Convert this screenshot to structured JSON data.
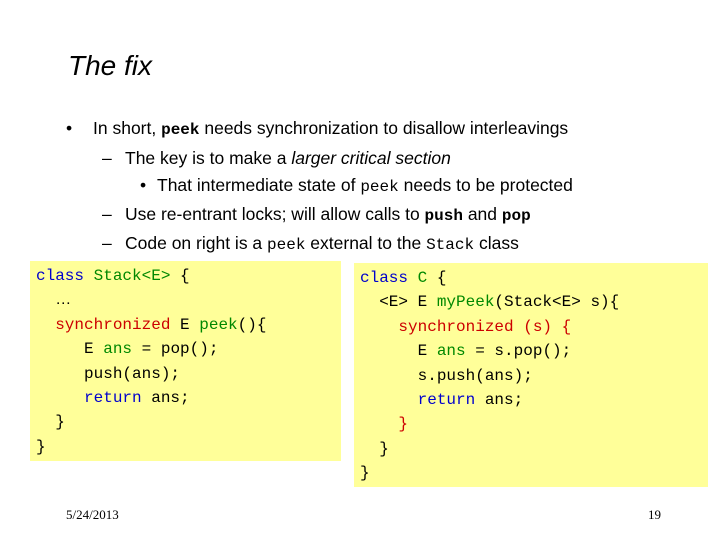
{
  "slide": {
    "title": "The fix",
    "date": "5/24/2013",
    "page_number": "19"
  },
  "bullets": {
    "b1": {
      "marker": "•",
      "pre": "In short, ",
      "code": "peek",
      "post": " needs synchronization to disallow interleavings"
    },
    "b2": {
      "marker": "–",
      "pre": "The key is to make a ",
      "italic": "larger critical section"
    },
    "b3": {
      "marker": "•",
      "pre": "That intermediate state of ",
      "code": "peek",
      "post": " needs to be protected"
    },
    "b4": {
      "marker": "–",
      "pre": "Use re-entrant locks; will allow calls to ",
      "code1": "push",
      "mid": " and ",
      "code2": "pop"
    },
    "b5": {
      "marker": "–",
      "pre": "Code on right is a ",
      "code1": "peek",
      "mid": " external to the ",
      "code2": "Stack",
      "post": " class"
    }
  },
  "code_left": {
    "l1_kw": "class",
    "l1_name": "Stack<E>",
    "l1_brace": " {",
    "l2": "…",
    "l3_kw": "synchronized",
    "l3_type": " E ",
    "l3_name": "peek",
    "l3_rest": "(){",
    "l4_type": "E ",
    "l4_var": "ans",
    "l4_rest": " = pop();",
    "l5": "push(ans);",
    "l6_kw": "return",
    "l6_rest": " ans;",
    "l7": "}",
    "l8": "}"
  },
  "code_right": {
    "l1_kw": "class",
    "l1_name": "C",
    "l1_brace": " {",
    "l2_pre": "<E> E ",
    "l2_name": "myPeek",
    "l2_rest": "(Stack<E> s){",
    "l3_kw": "synchronized",
    "l3_rest": " (s) {",
    "l4_type": "E ",
    "l4_var": "ans",
    "l4_rest": " = s.pop();",
    "l5": "s.push(ans);",
    "l6_kw": "return",
    "l6_rest": " ans;",
    "l7": "}",
    "l8": "}",
    "l9": "}"
  },
  "colors": {
    "code_background": "#ffff99",
    "keyword_blue": "#0000cc",
    "keyword_red": "#cc0000",
    "identifier_green": "#008800"
  }
}
